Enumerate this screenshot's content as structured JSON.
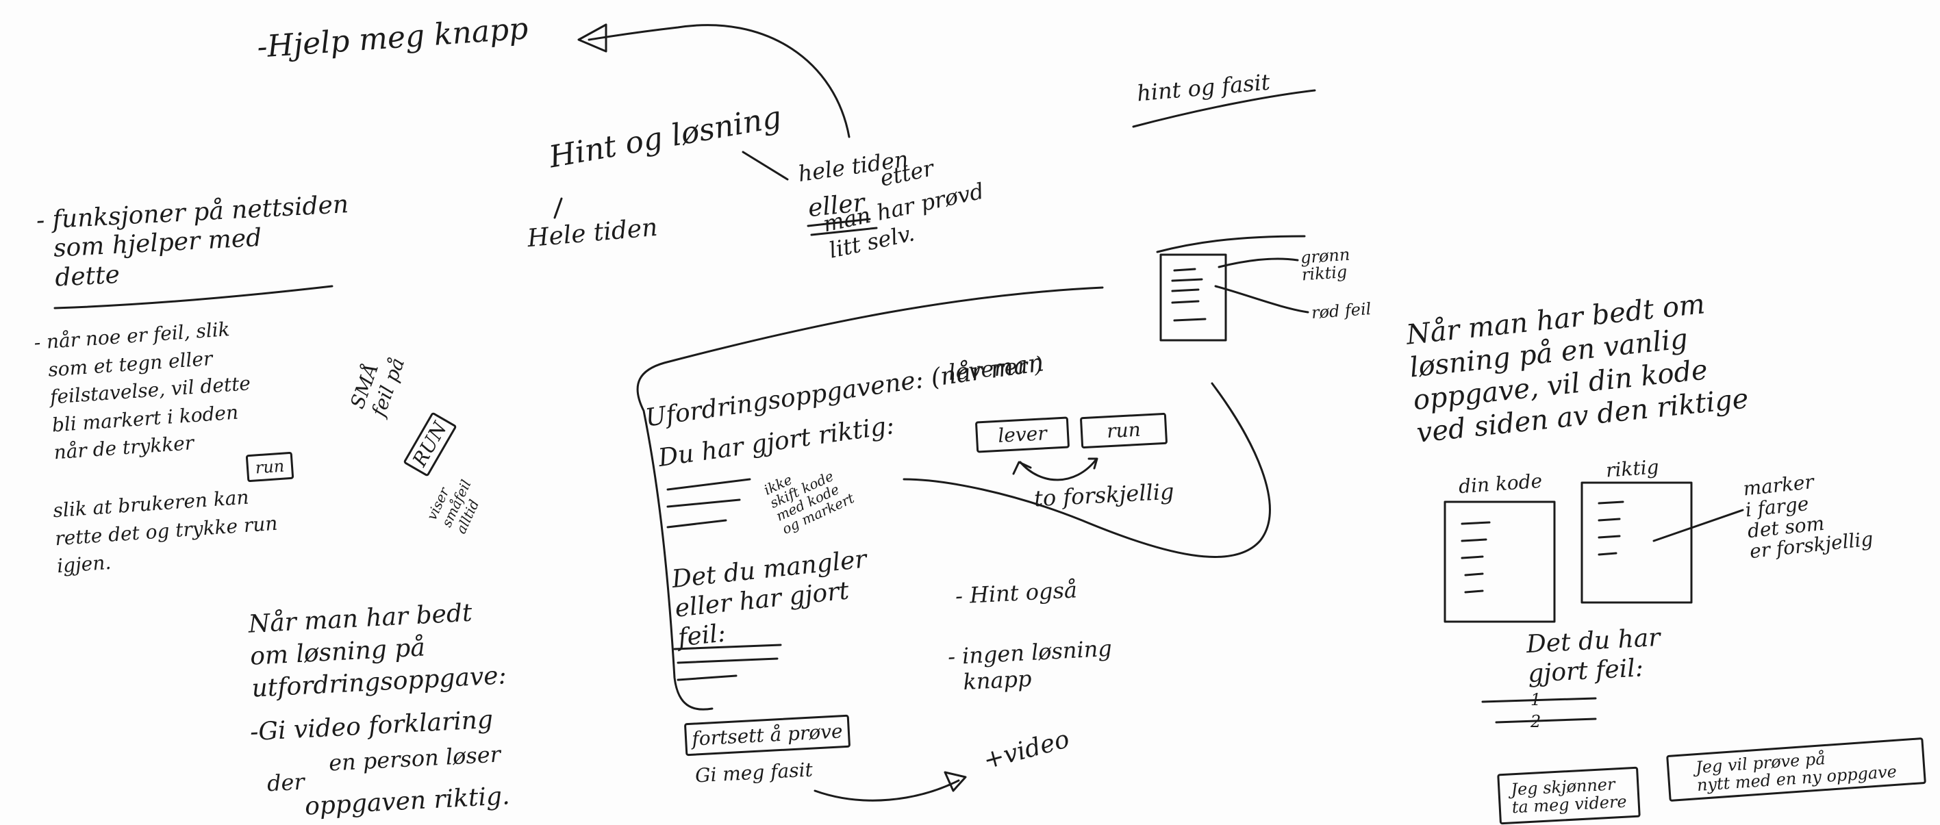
{
  "top": {
    "hjelp_knapp": "-Hjelp meg knapp",
    "hint_og_losning": "Hint og løsning",
    "hele_tiden_left": "Hele tiden",
    "hele_tiden_right": "hele tiden",
    "eller": "eller",
    "etter": "etter",
    "man_har_provd": "man har prøvd",
    "litt_selv": "litt selv.",
    "hint_og_fasit": "hint og fasit"
  },
  "left": {
    "heading": "- funksjoner på nettsiden\n  som hjelper med\n  dette",
    "body": "- når noe er feil, slik\n  som et tegn eller\n  feilstavelse, vil dette\n  bli markert i koden\n  når de trykker",
    "run_box": "run",
    "body_after": "slik at brukeren kan\nrette det og trykke run\nigjen.",
    "sma_feil": "SMÅ\nfeil på",
    "run_vertical": "RUN",
    "viser_smafeil": "viser\nsmåfeil\nalltid",
    "challenge_heading": "Når man har bedt\nom løsning på\nutfordringsoppgave:",
    "video1": "-Gi video forklaring",
    "video2": "en person løser",
    "video_der": "der",
    "video3": "oppgaven riktig."
  },
  "middle": {
    "title": "Ufordringsoppgavene: (når man",
    "title2": "leverer )",
    "lever_button": "lever",
    "run_button": "run",
    "to_forskjellig": "to forskjellig",
    "du_har_gjort": "Du har gjort riktig:",
    "ikke_skift_kode": "ikke\nskift kode\nmed kode\nog markert",
    "det_du_mangler": "Det du mangler\neller har gjort\nfeil:",
    "hint_ogsa": "- Hint også",
    "ingen_losning": "- ingen løsning\n  knapp",
    "fortsett_button": "fortsett å prøve",
    "gi_meg_fasit": "Gi meg fasit",
    "pluss_video": "+video"
  },
  "right": {
    "gronn": "grønn\nriktig",
    "rod_feil": "rød feil",
    "heading": "Når man har bedt om\nløsning på en vanlig\noppgave, vil din kode\nved siden av den riktige",
    "din_kode": "din kode",
    "riktig": "riktig",
    "marker": "marker\ni farge\ndet som\ner forskjellig",
    "det_du_har": "Det du har\ngjort feil:",
    "item1": "1",
    "item2": "2",
    "skjonner_button": "Jeg skjønner\nta meg videre",
    "prove_button": "Jeg vil prøve på\nnytt med en ny oppgave"
  }
}
